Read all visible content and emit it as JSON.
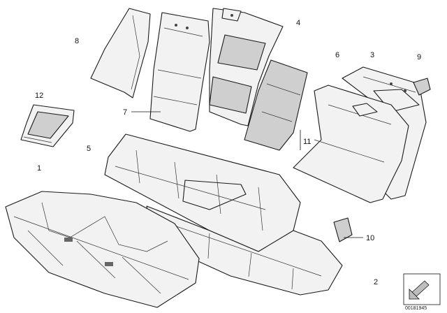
{
  "diagram": {
    "callouts": {
      "c1": "1",
      "c2": "2",
      "c3": "3",
      "c4": "4",
      "c5": "5",
      "c6": "6",
      "c7": "7",
      "c8": "8",
      "c9": "9",
      "c10": "10",
      "c11": "11",
      "c12": "12"
    },
    "code": "00181945"
  }
}
